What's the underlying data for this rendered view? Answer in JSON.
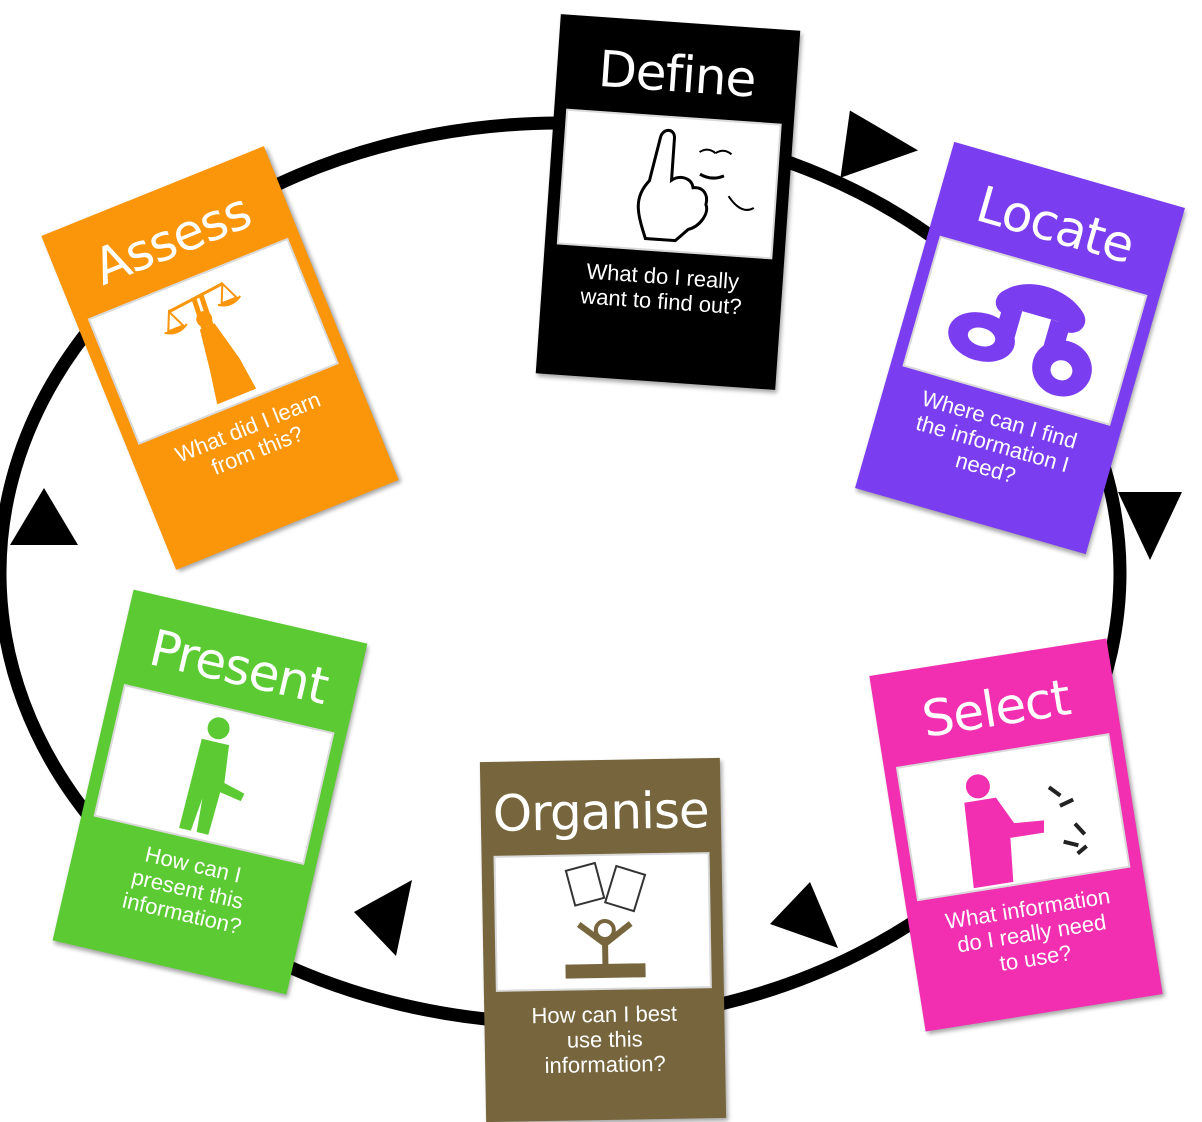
{
  "colors": {
    "define": "#000000",
    "locate": "#7b3df0",
    "select": "#f12fb0",
    "organise": "#77663d",
    "present": "#5ccb33",
    "assess": "#fb960a",
    "arrow": "#000000"
  },
  "cards": {
    "define": {
      "title": "Define",
      "question": "What do I really\nwant to find out?",
      "icon": "raised-finger-icon"
    },
    "locate": {
      "title": "Locate",
      "question": "Where can I find\nthe information I\nneed?",
      "icon": "binoculars-icon"
    },
    "select": {
      "title": "Select",
      "question": "What information\ndo I really need\nto use?",
      "icon": "person-searching-icon"
    },
    "organise": {
      "title": "Organise",
      "question": "How can I best\nuse this\ninformation?",
      "icon": "juggling-papers-icon"
    },
    "present": {
      "title": "Present",
      "question": "How can I\npresent this\ninformation?",
      "icon": "presenter-icon"
    },
    "assess": {
      "title": "Assess",
      "question": "What did I learn\nfrom this?",
      "icon": "scales-of-justice-icon"
    }
  }
}
